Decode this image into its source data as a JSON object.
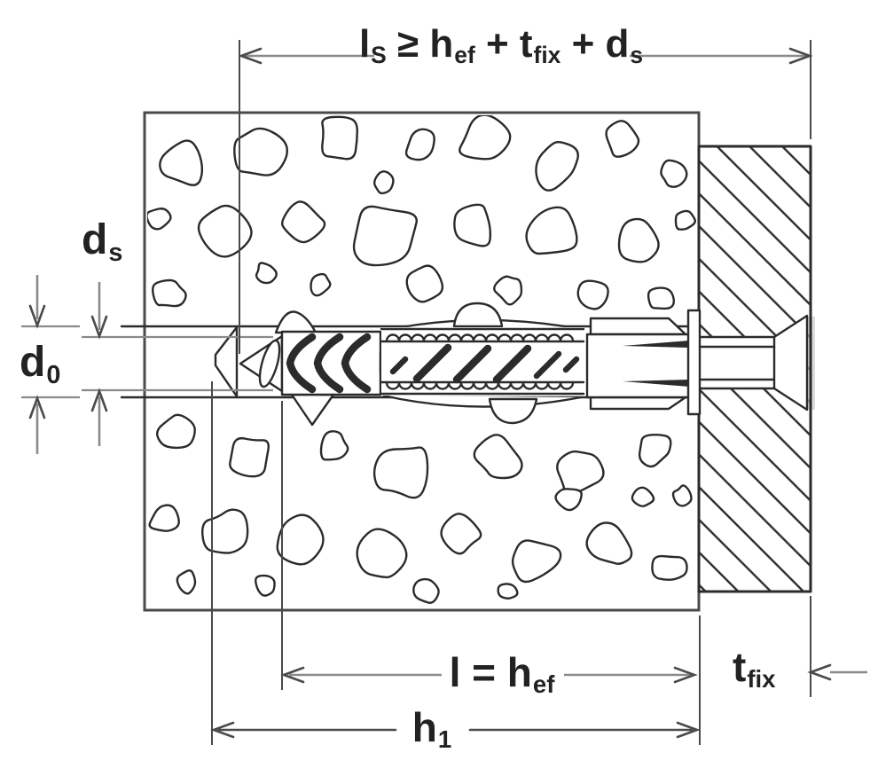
{
  "figure": {
    "kind": "technical-installation-diagram",
    "subject": "wall plug anchor with countersunk screw set in concrete through a fixture plate"
  },
  "colors": {
    "line": "#2b2b2b",
    "dimension": "#8a8a8a",
    "dimension_dark": "#4a4a4a",
    "text": "#222222",
    "background": "#ffffff",
    "shadow": "#c9c9c9"
  },
  "dimensions": {
    "anchor_length_formula": {
      "segments": [
        {
          "base": "l",
          "sub": "S"
        },
        {
          "base": " ≥ h",
          "sub": "ef"
        },
        {
          "base": " + t",
          "sub": "fix"
        },
        {
          "base": " + d",
          "sub": "s"
        }
      ]
    },
    "screw_diameter": {
      "base": "d",
      "sub": "s"
    },
    "drill_hole_diameter": {
      "base": "d",
      "sub": "0"
    },
    "embedment_depth": {
      "base": "l = h",
      "sub": "ef"
    },
    "drill_hole_depth": {
      "base": "h",
      "sub": "1"
    },
    "fixture_thickness": {
      "base": "t",
      "sub": "fix"
    }
  }
}
